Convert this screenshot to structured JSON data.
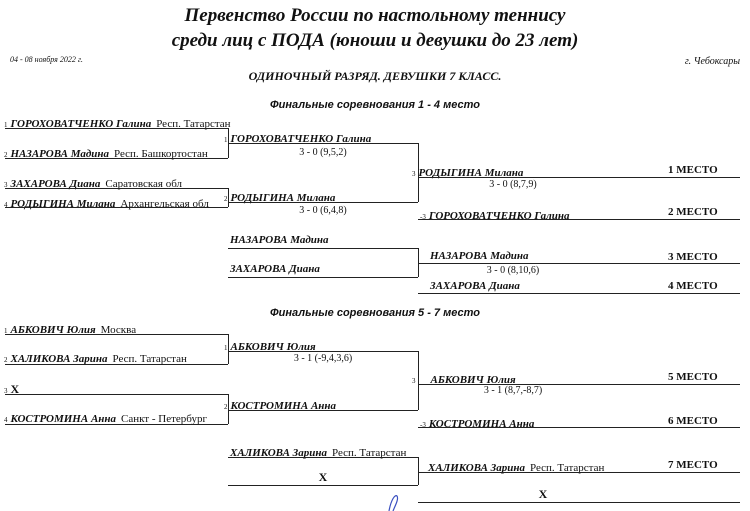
{
  "header": {
    "title1": "Первенство России по настольному теннису",
    "title2": "среди лиц с ПОДА (юноши и девушки до 23 лет)",
    "dates": "04 - 08 ноября 2022 г.",
    "city": "г. Чебоксары",
    "category": "ОДИНОЧНЫЙ РАЗРЯД. ДЕВУШКИ 7 КЛАСС."
  },
  "s1": {
    "heading": "Финальные соревнования 1 - 4 место",
    "entries": [
      {
        "seed": "1",
        "name": "ГОРОХОВАТЧЕНКО Галина",
        "region": "Респ. Татарстан"
      },
      {
        "seed": "2",
        "name": "НАЗАРОВА Мадина",
        "region": "Респ. Башкортостан"
      },
      {
        "seed": "3",
        "name": "ЗАХАРОВА Диана",
        "region": "Саратовская обл"
      },
      {
        "seed": "4",
        "name": "РОДЫГИНА Милана",
        "region": "Архангельская обл"
      }
    ],
    "semi1": {
      "seed": "1",
      "name": "ГОРОХОВАТЧЕНКО Галина",
      "score": "3 - 0 (9,5,2)"
    },
    "semi2": {
      "seed": "2",
      "name": "РОДЫГИНА Милана",
      "score": "3 - 0 (6,4,8)"
    },
    "final": {
      "seed": "3",
      "winner": "РОДЫГИНА Милана",
      "score": "3 - 0 (8,7,9)",
      "loser_seed": "-3",
      "loser": "ГОРОХОВАТЧЕНКО Галина",
      "place1": "1 МЕСТО",
      "place2": "2 МЕСТО"
    },
    "third": {
      "a": "НАЗАРОВА Мадина",
      "b": "ЗАХАРОВА Диана",
      "winner": "НАЗАРОВА Мадина",
      "score": "3 - 0 (8,10,6)",
      "loser": "ЗАХАРОВА Диана",
      "place3": "3 МЕСТО",
      "place4": "4 МЕСТО"
    }
  },
  "s2": {
    "heading": "Финальные соревнования 5 - 7 место",
    "entries": [
      {
        "seed": "1",
        "name": "АБКОВИЧ Юлия",
        "region": "Москва"
      },
      {
        "seed": "2",
        "name": "ХАЛИКОВА Зарина",
        "region": "Респ. Татарстан"
      },
      {
        "seed": "3",
        "name": "X",
        "region": ""
      },
      {
        "seed": "4",
        "name": "КОСТРОМИНА Анна",
        "region": "Санкт - Петербург"
      }
    ],
    "semi1": {
      "seed": "1",
      "name": "АБКОВИЧ Юлия",
      "score": "3 - 1 (-9,4,3,6)"
    },
    "semi2": {
      "seed": "2",
      "name": "КОСТРОМИНА Анна"
    },
    "final": {
      "seed": "3",
      "winner": "АБКОВИЧ Юлия",
      "score": "3 - 1 (8,7,-8,7)",
      "loser_seed": "-3",
      "loser": "КОСТРОМИНА Анна",
      "place5": "5 МЕСТО",
      "place6": "6 МЕСТО"
    },
    "seventh": {
      "a_name": "ХАЛИКОВА Зарина",
      "a_region": "Респ. Татарстан",
      "b": "X",
      "winner_name": "ХАЛИКОВА Зарина",
      "winner_region": "Респ. Татарстан",
      "loser": "X",
      "place7": "7 МЕСТО"
    }
  }
}
